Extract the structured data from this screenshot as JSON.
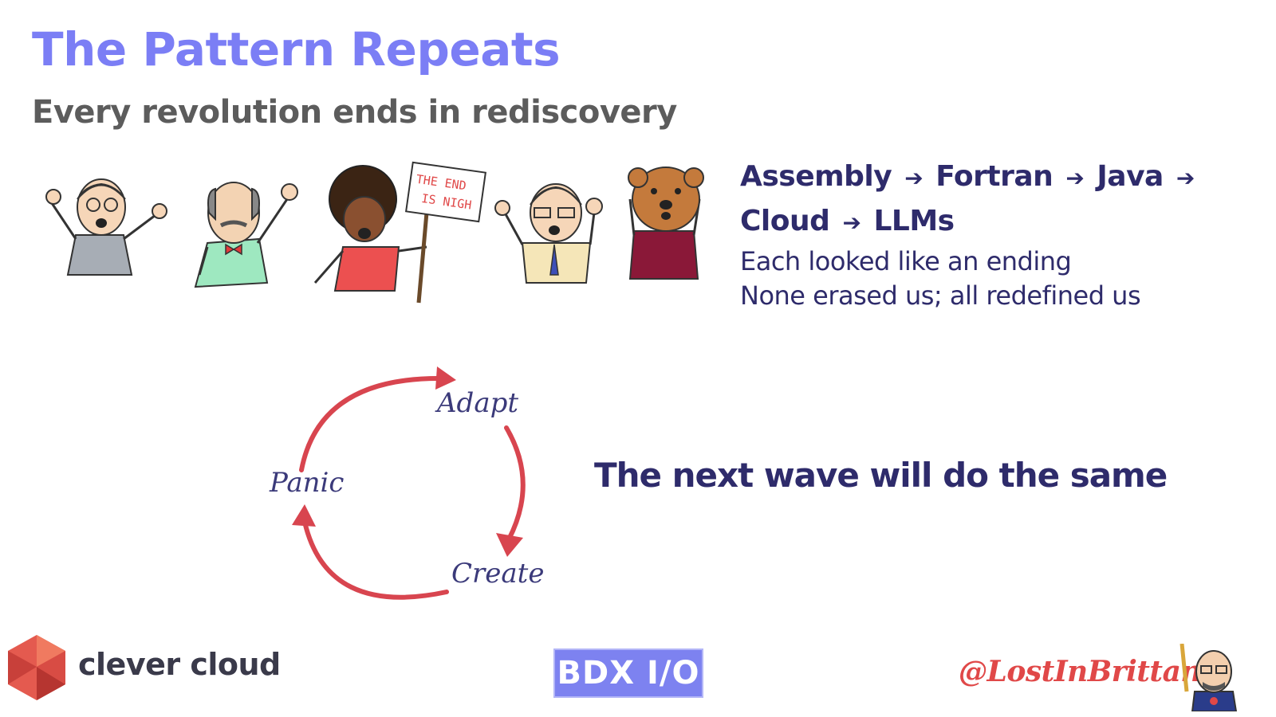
{
  "header": {
    "title": "The Pattern Repeats",
    "subtitle": "Every revolution ends in rediscovery"
  },
  "illustration": {
    "sign_line1": "THE END",
    "sign_line2": "IS NIGH"
  },
  "lineage": {
    "line1": [
      "Assembly",
      "Fortran",
      "Java",
      ""
    ],
    "line2": [
      "Cloud",
      "LLMs"
    ],
    "arrow": "➔"
  },
  "notes": [
    "Each looked like an ending",
    "None erased us; all redefined us"
  ],
  "cycle": {
    "stages": [
      "Adapt",
      "Create",
      "Panic"
    ],
    "color": "#d8454f"
  },
  "conclusion": "The next wave will do the same",
  "footer": {
    "brand": "clever cloud",
    "event": "BDX I/O",
    "handle": "@LostInBrittany"
  },
  "colors": {
    "title": "#7b7ef5",
    "text_dark": "#2e2b6b",
    "accent_red": "#e04848"
  }
}
